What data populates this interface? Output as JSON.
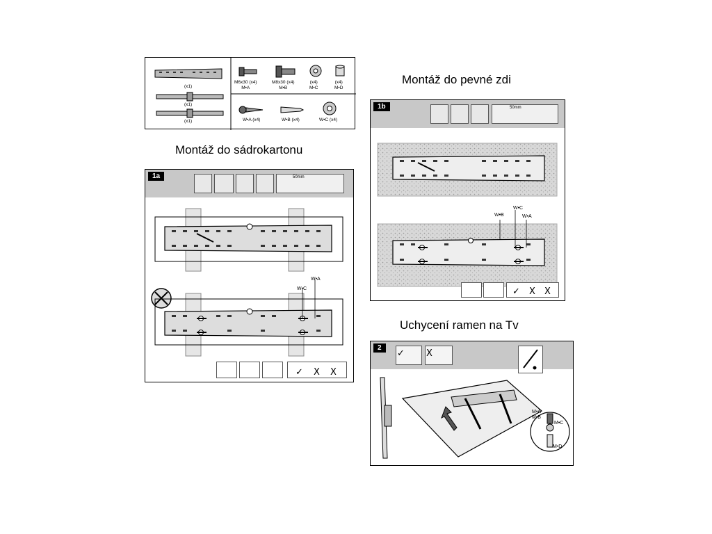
{
  "titles": {
    "drywall": "Montáž do sádrokartonu",
    "solid_wall": "Montáž do pevné zdi",
    "tv_arms": "Uchycení ramen na Tv"
  },
  "steps": {
    "step_1a": "1a",
    "step_1b": "1b",
    "step_2": "2"
  },
  "parts": {
    "wall_plate_qty": "(x1)",
    "arm_left_qty": "(x1)",
    "arm_right_qty": "(x1)",
    "ma": {
      "size": "M6x30 (x4)",
      "code": "M•A"
    },
    "mb": {
      "size": "M8x30 (x4)",
      "code": "M•B"
    },
    "mc": {
      "qty": "(x4)",
      "code": "M•C"
    },
    "md": {
      "qty": "(x4)",
      "code": "M•D"
    },
    "wa": "W•A (x4)",
    "wb": "W•B (x4)",
    "wc": "W•C (x4)"
  },
  "callouts_1a": {
    "wa": "W•A",
    "wc": "W•C",
    "dim": "50mm"
  },
  "callouts_1b": {
    "wb": "W•B",
    "wc": "W•C",
    "wa": "W•A",
    "dim": "50mm"
  },
  "callouts_2": {
    "ma": "M•A",
    "mb": "M•B",
    "mc": "M•C",
    "md": "M•D"
  },
  "marks": {
    "check": "✓",
    "cross1": "X",
    "cross2": "X"
  },
  "marks_1b": {
    "check": "✓",
    "cross1": "X",
    "cross2": "X"
  }
}
